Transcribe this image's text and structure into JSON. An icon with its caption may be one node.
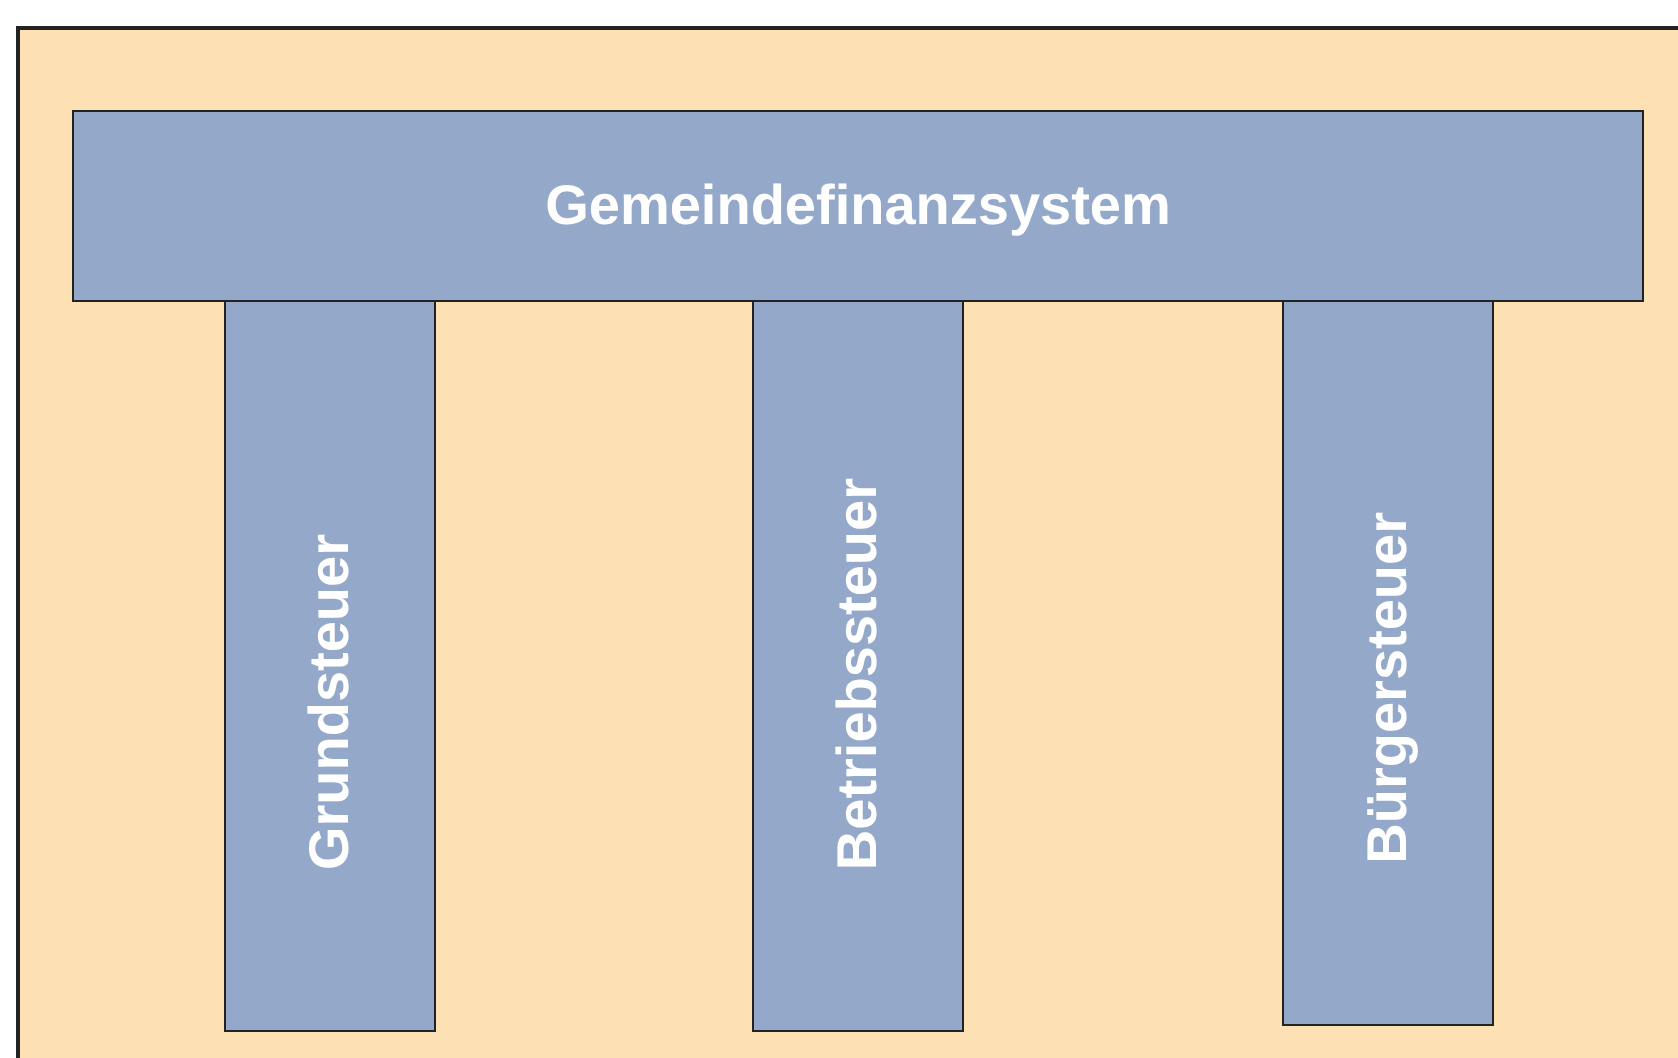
{
  "diagram": {
    "nodes": [
      {
        "text": [
          "Gemeindefinanzsystem"
        ]
      },
      {
        "text": [
          "Grundsteuer"
        ]
      },
      {
        "text": [
          "Betriebssteuer"
        ]
      },
      {
        "text": [
          "Bürgersteuer"
        ]
      }
    ]
  }
}
